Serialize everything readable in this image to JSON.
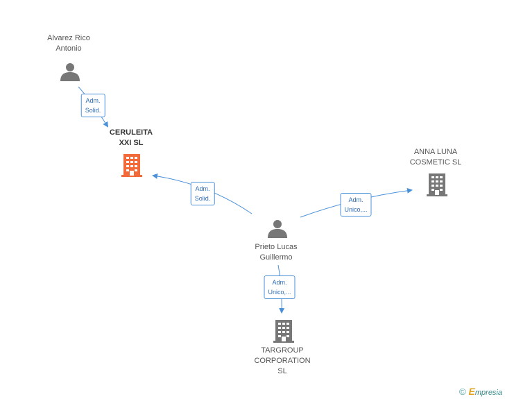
{
  "nodes": {
    "alvarez": {
      "line1": "Alvarez Rico",
      "line2": "Antonio"
    },
    "ceruleita": {
      "line1": "CERULEITA",
      "line2": "XXI SL"
    },
    "anna": {
      "line1": "ANNA LUNA",
      "line2": "COSMETIC  SL"
    },
    "prieto": {
      "line1": "Prieto Lucas",
      "line2": "Guillermo"
    },
    "targroup": {
      "line1": "TARGROUP",
      "line2": "CORPORATION",
      "line3": "SL"
    }
  },
  "edges": {
    "alvarez_ceruleita": {
      "line1": "Adm.",
      "line2": "Solid."
    },
    "prieto_ceruleita": {
      "line1": "Adm.",
      "line2": "Solid."
    },
    "prieto_anna": {
      "line1": "Adm.",
      "line2": "Unico,..."
    },
    "prieto_targroup": {
      "line1": "Adm.",
      "line2": "Unico,..."
    }
  },
  "footer": {
    "copyright": "©",
    "brand_initial": "E",
    "brand_rest": "mpresia"
  },
  "colors": {
    "main_company": "#f26a3a",
    "company": "#777777",
    "person": "#777777",
    "edge": "#4a90d9"
  }
}
